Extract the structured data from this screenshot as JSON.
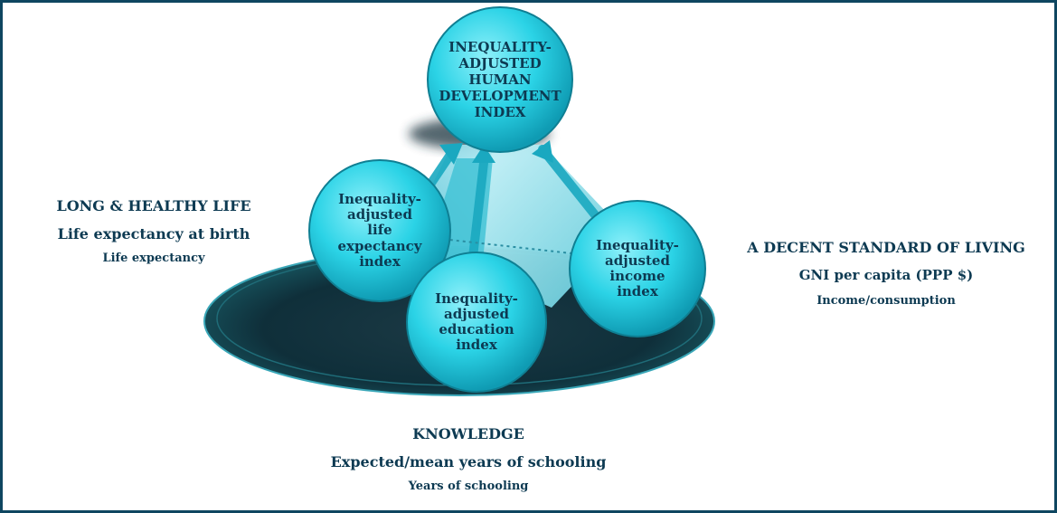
{
  "colors": {
    "dark": "#0d3a52",
    "cyan": "#2bd3e6",
    "plate": "#0f4a58",
    "frame": "#0e4660"
  },
  "center": {
    "label": "INEQUALITY-ADJUSTED HUMAN DEVELOPMENT INDEX",
    "lines": [
      "INEQUALITY-",
      "ADJUSTED",
      "HUMAN",
      "DEVELOPMENT",
      "INDEX"
    ]
  },
  "nodes": {
    "life": {
      "lines": [
        "Inequality-",
        "adjusted",
        "life",
        "expectancy",
        "index"
      ]
    },
    "education": {
      "lines": [
        "Inequality-",
        "adjusted",
        "education",
        "index"
      ]
    },
    "income": {
      "lines": [
        "Inequality-",
        "adjusted",
        "income",
        "index"
      ]
    }
  },
  "dimensions": {
    "left": {
      "title": "LONG & HEALTHY LIFE",
      "indicator": "Life expectancy at birth",
      "measure": "Life expectancy"
    },
    "right": {
      "title": "A DECENT STANDARD OF LIVING",
      "indicator": "GNI per capita (PPP $)",
      "measure": "Income/consumption"
    },
    "bottom": {
      "title": "KNOWLEDGE",
      "indicator": "Expected/mean years of schooling",
      "measure": "Years of schooling"
    }
  }
}
